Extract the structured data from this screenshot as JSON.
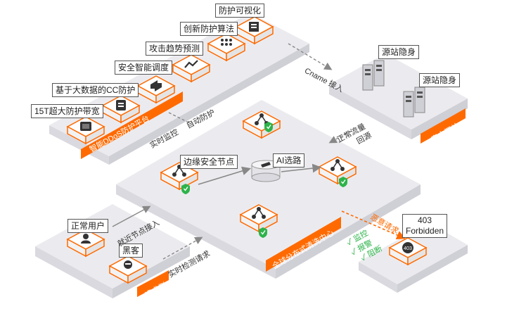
{
  "colors": {
    "accent": "#ff6a00",
    "platform": "#e9e9ee",
    "green": "#2db34a"
  },
  "protection_platform": {
    "title": "智能DDoS防护平台",
    "features": [
      {
        "label": "防护可视化",
        "icon": "visualization-icon"
      },
      {
        "label": "创新防护算法",
        "icon": "algorithm-grid-icon"
      },
      {
        "label": "攻击趋势预测",
        "icon": "trend-icon"
      },
      {
        "label": "安全智能调度",
        "icon": "dispatch-icon"
      },
      {
        "label": "基于大数据的CC防护",
        "icon": "bigdata-icon"
      },
      {
        "label": "15T超大防护带宽",
        "icon": "bandwidth-icon"
      }
    ],
    "links": {
      "monitor": "实时监控",
      "auto_protect": "自动防护"
    }
  },
  "origin": {
    "title": "客户源站",
    "servers": [
      "源站隐身",
      "源站隐身"
    ],
    "cname": "Cname 接入",
    "normal_traffic": "正常流量",
    "return": "回源"
  },
  "center": {
    "title": "全球分布式清洗中心",
    "edge_node": "边缘安全节点",
    "ai_route": "AI选路"
  },
  "request_side": {
    "title": "请求侧",
    "normal_user": "正常用户",
    "hacker": "黑客",
    "nearby_access": "就近节点接入",
    "realtime_detect": "实时检测请求"
  },
  "blocked": {
    "malicious": "恶意请求",
    "actions": [
      "监控",
      "报警",
      "阻断"
    ],
    "result_code": "403",
    "result_text": "Forbidden"
  }
}
